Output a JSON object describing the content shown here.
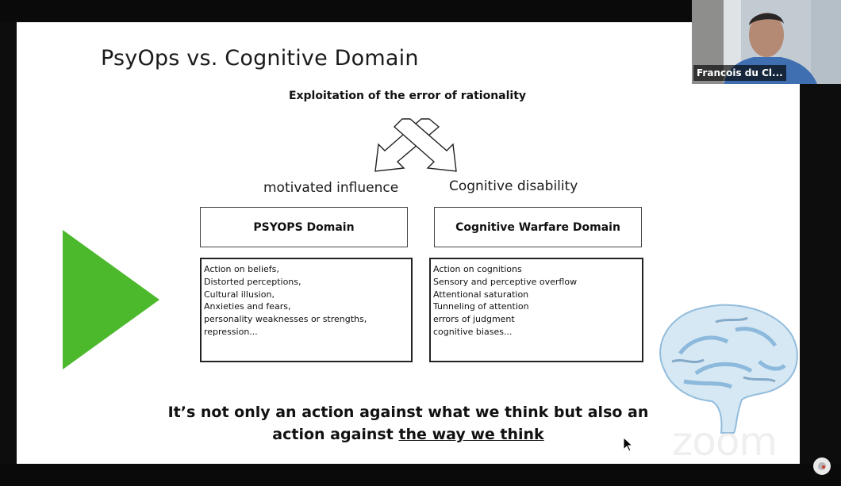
{
  "slide": {
    "title": "PsyOps vs. Cognitive Domain",
    "subtitle": "Exploitation of the error of rationality",
    "left_label": "motivated influence",
    "right_label": "Cognitive disability",
    "left_domain": "PSYOPS Domain",
    "right_domain": "Cognitive Warfare Domain",
    "left_items": [
      "Action on beliefs,",
      "Distorted perceptions,",
      "Cultural illusion,",
      "Anxieties and fears,",
      "personality weaknesses or strengths,",
      "repression..."
    ],
    "right_items": [
      "Action on cognitions",
      "Sensory and perceptive overflow",
      "Attentional saturation",
      "Tunneling of attention",
      "errors of judgment",
      "cognitive biases..."
    ],
    "bottom_line1": "It’s not only an action against what we think but also an",
    "bottom_line2_prefix": "action against ",
    "bottom_line2_underlined": "the way we think",
    "triangle_color": "#4cb92c"
  },
  "video": {
    "participant_name": "Francois du Cl..."
  },
  "watermark": "zoom"
}
